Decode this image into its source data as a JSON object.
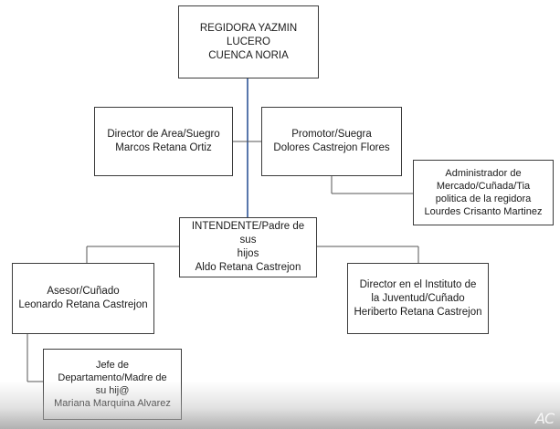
{
  "org_chart": {
    "root": "REGIDORA YAZMIN LUCERO\nCUENCA NORIA",
    "director_area": "Director de Area/Suegro\nMarcos Retana Ortiz",
    "promotor": "Promotor/Suegra\nDolores Castrejon Flores",
    "administrador": "Administrador de\nMercado/Cuñada/Tia\npolitica de la regidora\nLourdes Crisanto Martinez",
    "intendente": "INTENDENTE/Padre de sus\nhijos\nAldo  Retana Castrejon",
    "asesor": "Asesor/Cuñado\nLeonardo Retana Castrejon",
    "director_juventud": "Director en el Instituto de\nla Juventud/Cuñado\nHeriberto Retana Castrejon",
    "jefe_departamento": "Jefe de\nDepartamento/Madre de\nsu hij@\nMariana Marquina Alvarez"
  },
  "colors": {
    "trunk_line": "#2f5597",
    "connector_line": "#555555",
    "box_border": "#3c3c3c"
  },
  "watermark": "AC"
}
